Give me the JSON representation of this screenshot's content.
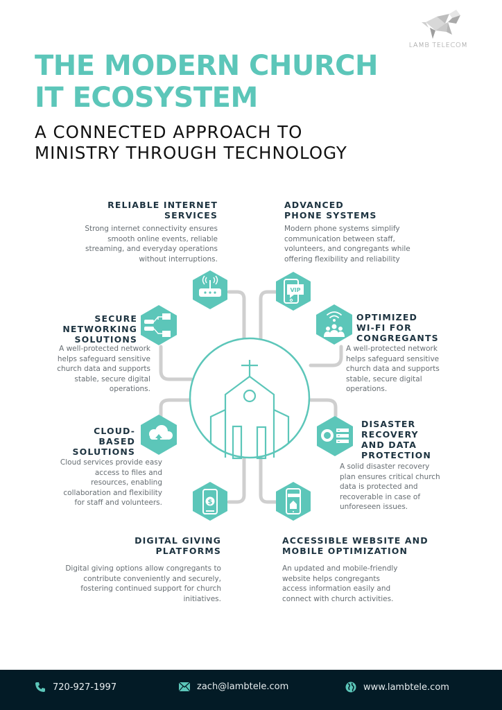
{
  "brand": {
    "logo_text": "LAMB TELECOM",
    "accent_color": "#5cc6b9",
    "dark_color": "#031b26",
    "connector_color": "#cfcfcf"
  },
  "header": {
    "title_line1": "THE MODERN CHURCH",
    "title_line2": "IT ECOSYSTEM",
    "subtitle_line1": "A CONNECTED APPROACH TO",
    "subtitle_line2": "MINISTRY THROUGH TECHNOLOGY"
  },
  "center": {
    "icon": "church-icon"
  },
  "sections": [
    {
      "id": "internet",
      "icon": "router-icon",
      "title_lines": [
        "RELIABLE INTERNET",
        "SERVICES"
      ],
      "desc_lines": [
        "Strong internet connectivity ensures",
        "smooth online events, reliable",
        "streaming, and everyday operations",
        "without interruptions."
      ]
    },
    {
      "id": "phone",
      "icon": "vip-phone-icon",
      "title_lines": [
        "ADVANCED",
        "PHONE SYSTEMS"
      ],
      "desc_lines": [
        "Modern phone systems simplify",
        "communication between staff,",
        "volunteers, and congregants while",
        "offering flexibility and reliability"
      ]
    },
    {
      "id": "networking",
      "icon": "network-tree-icon",
      "title_lines": [
        "SECURE",
        "NETWORKING",
        "SOLUTIONS"
      ],
      "desc_lines": [
        "A well-protected network",
        "helps safeguard sensitive",
        "church data and supports",
        "stable, secure digital",
        "operations."
      ]
    },
    {
      "id": "wifi",
      "icon": "wifi-group-icon",
      "title_lines": [
        "OPTIMIZED",
        "WI-FI FOR",
        "CONGREGANTS"
      ],
      "desc_lines": [
        "A well-protected network",
        "helps safeguard sensitive",
        "church data and supports",
        "stable, secure digital",
        "operations."
      ]
    },
    {
      "id": "cloud",
      "icon": "cloud-upload-icon",
      "title_lines": [
        "CLOUD-",
        "BASED",
        "SOLUTIONS"
      ],
      "desc_lines": [
        "Cloud services provide easy",
        "access to files and",
        "resources, enabling",
        "collaboration and flexibility",
        "for staff and volunteers."
      ]
    },
    {
      "id": "disaster",
      "icon": "lifebuoy-server-icon",
      "title_lines": [
        "DISASTER",
        "RECOVERY",
        "AND DATA",
        "PROTECTION"
      ],
      "desc_lines": [
        "A solid disaster recovery",
        "plan ensures critical church",
        "data is protected and",
        "recoverable in case of",
        "unforeseen issues."
      ]
    },
    {
      "id": "giving",
      "icon": "mobile-dollar-icon",
      "title_lines": [
        "DIGITAL GIVING",
        "PLATFORMS"
      ],
      "desc_lines": [
        "Digital giving options allow congregants to",
        "contribute conveniently and securely,",
        "fostering continued support for church",
        "initiatives."
      ]
    },
    {
      "id": "website",
      "icon": "mobile-church-icon",
      "title_lines": [
        "ACCESSIBLE WEBSITE AND",
        "MOBILE OPTIMIZATION"
      ],
      "desc_lines": [
        "An updated and mobile-friendly",
        "website helps congregants",
        "access information easily and",
        "connect with church activities."
      ]
    }
  ],
  "footer": {
    "phone": "720-927-1997",
    "email": "zach@lambtele.com",
    "website": "www.lambtele.com"
  }
}
